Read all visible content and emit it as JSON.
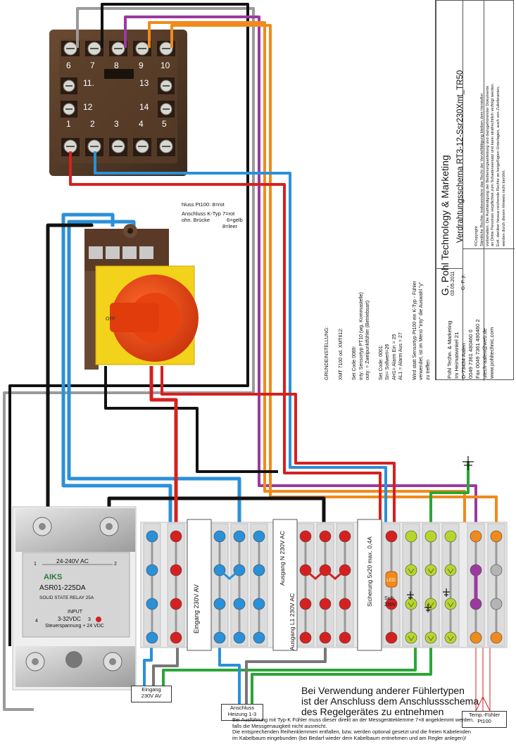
{
  "relay_base": {
    "terminals": [
      "6",
      "7",
      "8",
      "9",
      "10",
      "11.",
      "13",
      "12",
      "14",
      "1",
      "2",
      "3",
      "4",
      "5"
    ]
  },
  "pt100_note": [
    "hluss Pt100: 8=rot",
    "Anschluss K-Typ 7=rot",
    "ohn. Brücke",
    "6=gelb",
    "8=leer"
  ],
  "settings": {
    "title": "GRUNDEINSTELLUNG:",
    "model": "XMT 7100 od. XMT612:",
    "code_0089": [
      "Set Code 0089:",
      "inty: Sensortyp PT10 (wg. Kommastelle)",
      "outy: = Zweipunktfühler (Betriebsart)"
    ],
    "code_0001": [
      "Set Code: 0001:",
      "Sn= Sollwert=26",
      "AH1= Alarm Ein = 25",
      "AL1 = Alarm Aus = 27"
    ],
    "sensor_note": [
      "Wird statt Sensortyp Pt100 ein K-Typ - Fühler",
      "verwendet, ist im Menü \"inty\" die Auswahl \"y\"",
      "zu treffen"
    ]
  },
  "title_block": {
    "company": "G. Pohl Technology & Marketing",
    "schema": "Verdrahtungsschema  RT3-12-Ssr230Xmt_TR50",
    "date": "03.05.2011",
    "author": "G. P. jr.",
    "address": [
      "Pohl Techn. & Marketing",
      "Im Heimatwinkel 21",
      "D-73434 Aalen",
      "0049 7361 480460 0",
      "Fax 0049 7361 480460 2",
      "utech-aalen@web.de",
      "www.pohltechnic.com"
    ],
    "copyright_title": "©Copyright",
    "copyright_text": [
      "Sämtliche Rechte, insbesondere das Recht der Vervielfältigung bleiben dem Hersteller",
      "vorbehalten. Die Aushändigung der Bedienungsanleitung und dazugehörender Dokumente",
      "an Dritte Personen verpflichtet zum Schadensersatz und kann strafrechtlich verfolgt werden.",
      "Evtl. darüber hinaus reichende Rechte an beigefügten Unterlagen, auch von Zulieferanten,",
      "werden durch diesen Hinweis nicht berührt."
    ]
  },
  "ssr": {
    "voltage": "24-240V AC",
    "brand": "AIKS",
    "model": "ASR01-225DA",
    "type": "SOLID STATE RELAY  25A",
    "input_label": "INPUT",
    "input_range": "3-32VDC",
    "control_voltage": "Steuerspannung + 24 VDC",
    "pins": [
      "1",
      "2",
      "3",
      "4"
    ]
  },
  "terminal_labels": {
    "eingang_230": "Eingang 230V AV",
    "ausgang_n": "Ausgang N 230V AC",
    "ausgang_l1": "Ausgang L1  230V AC",
    "sicherung": "Sicherung 5x20 max. 0,4A",
    "led": "LED",
    "sich": "Sich.",
    "sich_v": "230V"
  },
  "box_labels": {
    "eingang": [
      "Eingang",
      "230V AV"
    ],
    "anschluss": [
      "Anschluss",
      "Heizung 1-3"
    ],
    "temp": [
      "Temp.-Fühler",
      "Pt100"
    ]
  },
  "notes": {
    "main": [
      "Bei Verwendung anderer Fühlertypen",
      "ist der Anschluss dem Anschlussschema",
      "des Regelgerätes zu entnehmen"
    ],
    "small": [
      "Bei Ausführung mit Typ-K Fühler muss dieser direkt an der Messgeräteklemme 7+8 angeklemmt werden,",
      " falls die Messgenauigkeit nicht ausreicht.",
      "Die entsprechenden Reihenklemmen entfallen, bzw. werden optional gesetzt und die freien Kabelenden",
      "im Kabelbaum eingebunden (bei Bedarf wieder dem Kabelbaum entnehmen und am Regler anlegen)!"
    ]
  },
  "colors": {
    "red": "#d62020",
    "blue": "#2a90d8",
    "black": "#111111",
    "orange": "#f08a1c",
    "purple": "#9a3aa0",
    "green": "#2aa636",
    "gray": "#9a9a9a",
    "yellow_green": "#b6d62a"
  }
}
